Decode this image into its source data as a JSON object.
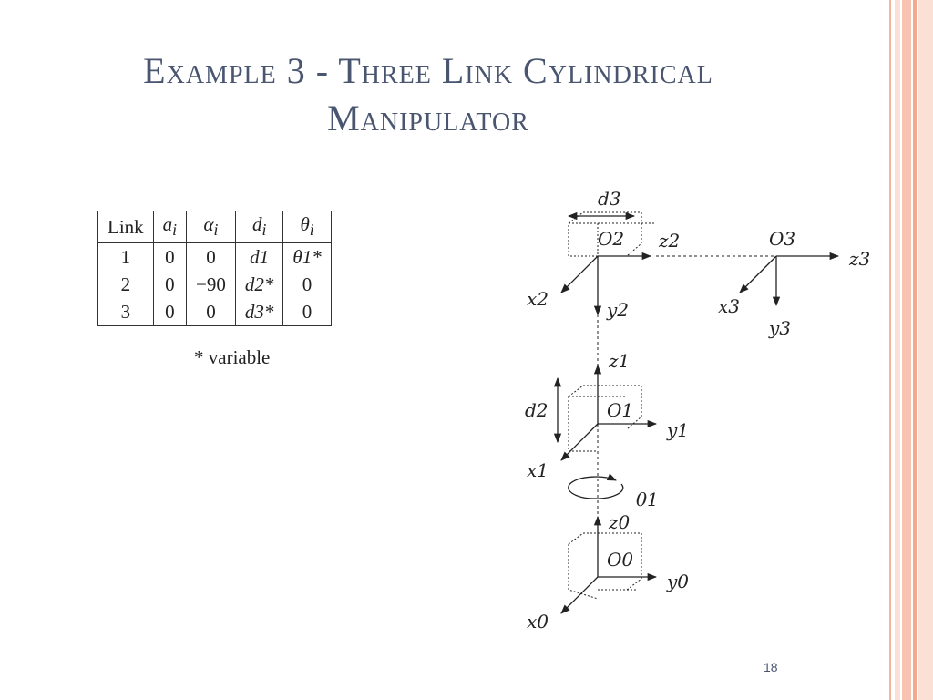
{
  "slide": {
    "title_line1": "Example 3 - Three Link Cylindrical",
    "title_line2": "Manipulator",
    "page_number": "18",
    "footnote": "* variable"
  },
  "table": {
    "headers": [
      "Link",
      "a",
      "α",
      "d",
      "θ"
    ],
    "header_subscript": "i",
    "rows": [
      [
        "1",
        "0",
        "0",
        "d1",
        "θ1*"
      ],
      [
        "2",
        "0",
        "−90",
        "d2*",
        "0"
      ],
      [
        "3",
        "0",
        "0",
        "d3*",
        "0"
      ]
    ]
  },
  "diagram": {
    "labels": {
      "d3": "d3",
      "O2": "O2",
      "z2": "z2",
      "O3": "O3",
      "z3": "z3",
      "x2": "x2",
      "y2": "y2",
      "x3": "x3",
      "y3": "y3",
      "z1": "z1",
      "d2": "d2",
      "O1": "O1",
      "y1": "y1",
      "x1": "x1",
      "theta1": "θ1",
      "z0": "z0",
      "O0": "O0",
      "y0": "y0",
      "x0": "x0"
    }
  },
  "colors": {
    "title": "#4a5670",
    "stripe_light": "#fbe0d6",
    "stripe_dark": "#f2a98f"
  }
}
